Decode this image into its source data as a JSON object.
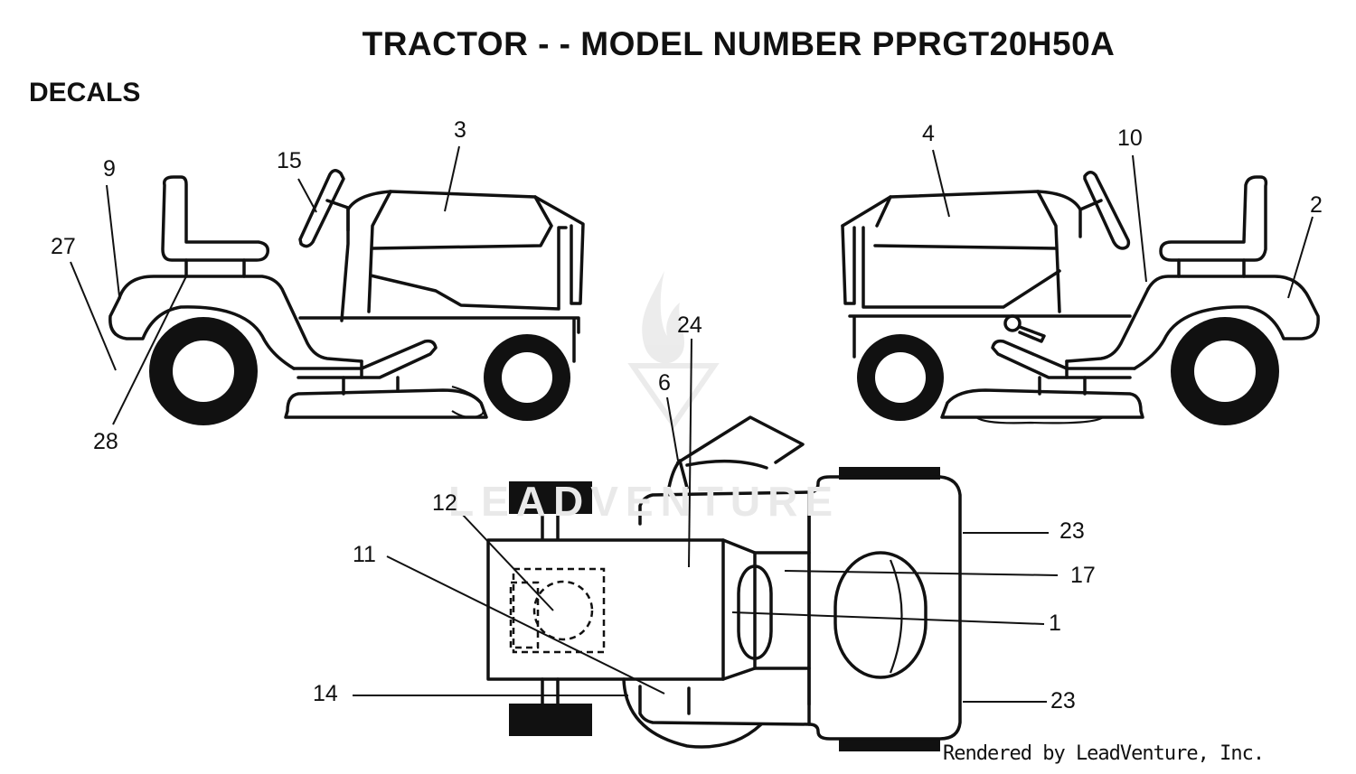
{
  "header": {
    "title": "TRACTOR - - MODEL NUMBER PPRGT20H50A",
    "section": "DECALS"
  },
  "footer": {
    "credit": "Rendered by LeadVenture, Inc."
  },
  "watermark": {
    "text": "LEADVENTURE",
    "icon": "flame-logo-icon"
  },
  "callouts": [
    {
      "id": "c3",
      "label": "3"
    },
    {
      "id": "c15",
      "label": "15"
    },
    {
      "id": "c9",
      "label": "9"
    },
    {
      "id": "c27",
      "label": "27"
    },
    {
      "id": "c28",
      "label": "28"
    },
    {
      "id": "c4",
      "label": "4"
    },
    {
      "id": "c10",
      "label": "10"
    },
    {
      "id": "c2",
      "label": "2"
    },
    {
      "id": "c24",
      "label": "24"
    },
    {
      "id": "c6",
      "label": "6"
    },
    {
      "id": "c12",
      "label": "12"
    },
    {
      "id": "c11",
      "label": "11"
    },
    {
      "id": "c14",
      "label": "14"
    },
    {
      "id": "c23a",
      "label": "23"
    },
    {
      "id": "c17",
      "label": "17"
    },
    {
      "id": "c1",
      "label": "1"
    },
    {
      "id": "c23b",
      "label": "23"
    }
  ]
}
